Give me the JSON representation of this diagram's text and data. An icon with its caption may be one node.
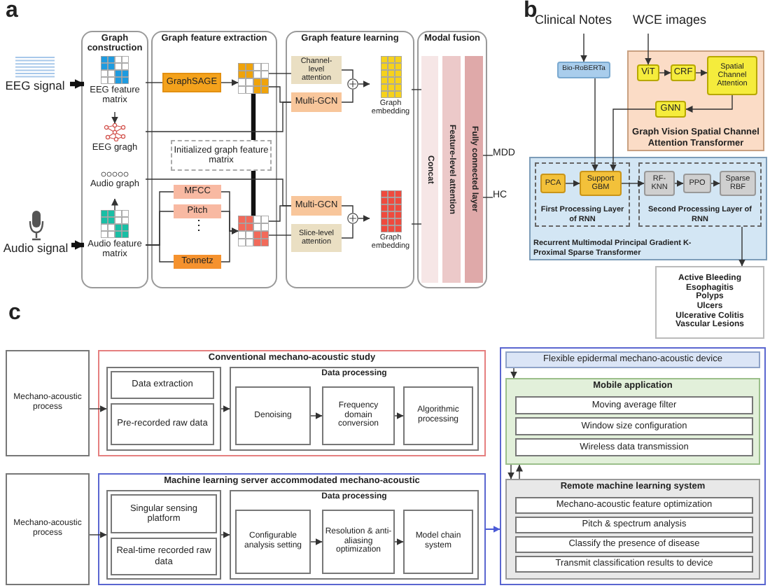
{
  "diagram": {
    "nodes": [
      {
        "text": [
          "EEG signal"
        ]
      },
      {
        "text": [
          "Audio signal"
        ]
      },
      {
        "text": [
          "Graph construction"
        ]
      },
      {
        "text": [
          "EEG feature matrix"
        ],
        "in": 2
      },
      {
        "text": [
          "EEG gragh"
        ],
        "in": 2
      },
      {
        "text": [
          "Audio graph"
        ],
        "in": 2
      },
      {
        "text": [
          "Audio feature matrix"
        ],
        "in": 2
      },
      {
        "text": [
          "Graph feature extraction"
        ]
      },
      {
        "text": [
          "GraphSAGE"
        ],
        "in": 7
      },
      {
        "text": [],
        "shape": "grid",
        "in": 7
      },
      {
        "text": [
          "Initialized graph feature matrix"
        ],
        "in": 7
      },
      {
        "text": [
          "MFCC"
        ],
        "in": 7
      },
      {
        "text": [
          "Pitch"
        ],
        "in": 7
      },
      {
        "text": [
          "Tonnetz"
        ],
        "in": 7
      },
      {
        "text": [],
        "shape": "grid",
        "in": 7
      },
      {
        "text": [
          "Graph feature learning"
        ]
      },
      {
        "text": [
          "Channel-level attention"
        ],
        "in": 15
      },
      {
        "text": [
          "Multi-GCN"
        ],
        "in": 15
      },
      {
        "text": [],
        "shape": "circle",
        "in": 15
      },
      {
        "text": [
          "Graph embedding"
        ],
        "in": 15
      },
      {
        "text": [
          "Multi-GCN"
        ],
        "in": 15
      },
      {
        "text": [
          "Slice-level attention"
        ],
        "in": 15
      },
      {
        "text": [],
        "shape": "circle",
        "in": 15
      },
      {
        "text": [
          "Graph embedding"
        ],
        "in": 15
      },
      {
        "text": [
          "Modal fusion"
        ]
      },
      {
        "text": [
          "Concat"
        ],
        "in": 24
      },
      {
        "text": [
          "Feature-level attention"
        ],
        "in": 24
      },
      {
        "text": [
          "Fully connected layer"
        ],
        "in": 24
      },
      {
        "text": [
          "MDD"
        ]
      },
      {
        "text": [
          "HC"
        ]
      },
      {
        "text": [
          "Clinical Notes"
        ]
      },
      {
        "text": [
          "WCE images"
        ]
      },
      {
        "text": [
          "Bio-RoBERTa"
        ]
      },
      {
        "text": [
          "Graph Vision Spatial Channel Attention Transformer"
        ]
      },
      {
        "text": [
          "ViT"
        ],
        "in": 33
      },
      {
        "text": [
          "CRF"
        ],
        "in": 33
      },
      {
        "text": [
          "Spatial Channel Attention"
        ],
        "in": 33
      },
      {
        "text": [
          "GNN"
        ],
        "in": 33
      },
      {
        "text": [
          "Recurrent Multimodal Principal Gradient K-Proximal Sparse Transformer"
        ]
      },
      {
        "text": [
          "First Processing Layer of RNN"
        ],
        "in": 38
      },
      {
        "text": [
          "PCA"
        ],
        "in": 39
      },
      {
        "text": [
          "Support GBM"
        ],
        "in": 39
      },
      {
        "text": [
          "Second Processing Layer of RNN"
        ],
        "in": 38
      },
      {
        "text": [
          "RF-KNN"
        ],
        "in": 42
      },
      {
        "text": [
          "PPO"
        ],
        "in": 42
      },
      {
        "text": [
          "Sparse RBF"
        ],
        "in": 42
      },
      {
        "text": [
          "Active Bleeding",
          "Esophagitis",
          "Polyps",
          "Ulcers",
          "Ulcerative Colitis",
          "Vascular Lesions"
        ]
      },
      {
        "text": [
          "Mechano-acoustic process"
        ]
      },
      {
        "text": [
          "Conventional mechano-acoustic study"
        ]
      },
      {
        "text": [],
        "shape": "box",
        "in": 48
      },
      {
        "text": [
          "Data extraction"
        ],
        "in": 49
      },
      {
        "text": [
          "Pre-recorded raw data"
        ],
        "in": 49
      },
      {
        "text": [
          "Data processing"
        ],
        "in": 48
      },
      {
        "text": [
          "Denoising"
        ],
        "in": 52
      },
      {
        "text": [
          "Frequency domain conversion"
        ],
        "in": 52
      },
      {
        "text": [
          "Algorithmic processing"
        ],
        "in": 52
      },
      {
        "text": [
          "Mechano-acoustic process"
        ]
      },
      {
        "text": [
          "Machine learning server accommodated mechano-acoustic"
        ]
      },
      {
        "text": [],
        "shape": "box",
        "in": 57
      },
      {
        "text": [
          "Singular sensing platform"
        ],
        "in": 58
      },
      {
        "text": [
          "Real-time recorded raw data"
        ],
        "in": 58
      },
      {
        "text": [
          "Data processing"
        ],
        "in": 57
      },
      {
        "text": [
          "Configurable analysis setting"
        ],
        "in": 61
      },
      {
        "text": [
          "Resolution & anti-aliasing optimization"
        ],
        "in": 61
      },
      {
        "text": [
          "Model chain system"
        ],
        "in": 61
      },
      {
        "text": [],
        "shape": "box"
      },
      {
        "text": [
          "Flexible epidermal mechano-acoustic device"
        ],
        "in": 65
      },
      {
        "text": [
          "Mobile application"
        ],
        "in": 65
      },
      {
        "text": [
          "Moving average filter"
        ],
        "in": 67
      },
      {
        "text": [
          "Window size configuration"
        ],
        "in": 67
      },
      {
        "text": [
          "Wireless data transmission"
        ],
        "in": 67
      },
      {
        "text": [
          "Remote machine learning system"
        ],
        "in": 65
      },
      {
        "text": [
          "Mechano-acoustic feature optimization"
        ],
        "in": 71
      },
      {
        "text": [
          "Pitch & spectrum analysis"
        ],
        "in": 71
      },
      {
        "text": [
          "Classify the presence of disease"
        ],
        "in": 71
      },
      {
        "text": [
          "Transmit classification results to device"
        ],
        "in": 71
      }
    ],
    "edges": [
      {
        "from": 0,
        "to": 3,
        "arrow": "to",
        "style": "thick"
      },
      {
        "from": 1,
        "to": 6,
        "arrow": "to",
        "style": "thick"
      },
      {
        "from": 3,
        "to": 4,
        "arrow": "to"
      },
      {
        "from": 6,
        "to": 5,
        "arrow": "to"
      },
      {
        "from": 3,
        "to": 8,
        "arrow": "none"
      },
      {
        "from": 8,
        "to": 9,
        "arrow": "to"
      },
      {
        "from": 9,
        "to": 10,
        "arrow": "none",
        "style": "thick"
      },
      {
        "from": 14,
        "to": 10,
        "arrow": "none",
        "style": "thick"
      },
      {
        "from": 6,
        "to": 11,
        "arrow": "none"
      },
      {
        "from": 6,
        "to": 12,
        "arrow": "none"
      },
      {
        "from": 6,
        "to": 13,
        "arrow": "none"
      },
      {
        "from": 11,
        "to": 14,
        "arrow": "to"
      },
      {
        "from": 12,
        "to": 14,
        "arrow": "to"
      },
      {
        "from": 13,
        "to": 14,
        "arrow": "to"
      },
      {
        "from": 4,
        "to": 17,
        "arrow": "none"
      },
      {
        "from": 9,
        "to": 16,
        "arrow": "none"
      },
      {
        "from": 9,
        "to": 17,
        "arrow": "none"
      },
      {
        "from": 5,
        "to": 20,
        "arrow": "none"
      },
      {
        "from": 14,
        "to": 20,
        "arrow": "none"
      },
      {
        "from": 14,
        "to": 21,
        "arrow": "none"
      },
      {
        "from": 16,
        "to": 18,
        "arrow": "none"
      },
      {
        "from": 17,
        "to": 18,
        "arrow": "none"
      },
      {
        "from": 18,
        "to": 19,
        "arrow": "to"
      },
      {
        "from": 20,
        "to": 22,
        "arrow": "none"
      },
      {
        "from": 21,
        "to": 22,
        "arrow": "none"
      },
      {
        "from": 22,
        "to": 23,
        "arrow": "to"
      },
      {
        "from": 19,
        "to": 25,
        "arrow": "none"
      },
      {
        "from": 23,
        "to": 25,
        "arrow": "none"
      },
      {
        "from": 27,
        "to": 28,
        "arrow": "none"
      },
      {
        "from": 27,
        "to": 29,
        "arrow": "none"
      },
      {
        "from": 30,
        "to": 32,
        "arrow": "to"
      },
      {
        "from": 31,
        "to": 34,
        "arrow": "to"
      },
      {
        "from": 34,
        "to": 35,
        "arrow": "to"
      },
      {
        "from": 35,
        "to": 36,
        "arrow": "to"
      },
      {
        "from": 36,
        "to": 37,
        "arrow": "to"
      },
      {
        "from": 32,
        "to": 41,
        "arrow": "to"
      },
      {
        "from": 37,
        "to": 41,
        "arrow": "to"
      },
      {
        "from": 40,
        "to": 41,
        "arrow": "to"
      },
      {
        "from": 41,
        "to": 43,
        "arrow": "to"
      },
      {
        "from": 43,
        "to": 44,
        "arrow": "to"
      },
      {
        "from": 44,
        "to": 45,
        "arrow": "to"
      },
      {
        "from": 42,
        "to": 46,
        "arrow": "to"
      },
      {
        "from": 47,
        "to": 49,
        "arrow": "to"
      },
      {
        "from": 49,
        "to": 52,
        "arrow": "to"
      },
      {
        "from": 53,
        "to": 54,
        "arrow": "to"
      },
      {
        "from": 54,
        "to": 55,
        "arrow": "to"
      },
      {
        "from": 56,
        "to": 58,
        "arrow": "to"
      },
      {
        "from": 58,
        "to": 61,
        "arrow": "to"
      },
      {
        "from": 62,
        "to": 63,
        "arrow": "to"
      },
      {
        "from": 63,
        "to": 64,
        "arrow": "to"
      },
      {
        "from": 57,
        "to": 65,
        "arrow": "to",
        "color": "#4a5ad6"
      },
      {
        "from": 66,
        "to": 67,
        "arrow": "to"
      },
      {
        "from": 67,
        "to": 71,
        "arrow": "to"
      },
      {
        "from": 71,
        "to": 67,
        "arrow": "to"
      }
    ],
    "labels": [
      "a",
      "⋮",
      "b",
      "c"
    ]
  }
}
